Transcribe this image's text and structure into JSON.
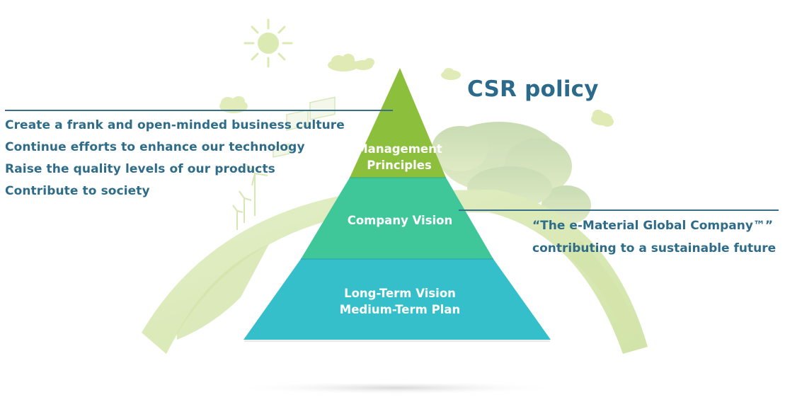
{
  "title": "CSR policy",
  "colors": {
    "text": "#2e6c89",
    "title": "#2b6a8a",
    "layer_management": "#8cc03c",
    "layer_vision": "#3fc79a",
    "layer_plan": "#34bfca",
    "background_art": "#d9e8b8"
  },
  "pyramid": {
    "layers": [
      {
        "id": "management-principles",
        "lines": [
          "Management",
          "Principles"
        ]
      },
      {
        "id": "company-vision",
        "lines": [
          "Company Vision"
        ]
      },
      {
        "id": "long-term-vision",
        "lines": [
          "Long-Term Vision",
          "Medium-Term Plan"
        ]
      }
    ]
  },
  "management_principles_list": [
    "Create a frank and open-minded business culture",
    "Continue efforts to enhance our technology",
    "Raise the quality levels of our products",
    "Contribute to society"
  ],
  "company_vision_text": [
    "“The e-Material Global Company™”",
    "contributing to a sustainable future"
  ],
  "decorations": [
    "sun-icon",
    "cloud-icon",
    "earth-globe",
    "wind-turbine-icon",
    "solar-panel-icon",
    "tree-icon"
  ]
}
